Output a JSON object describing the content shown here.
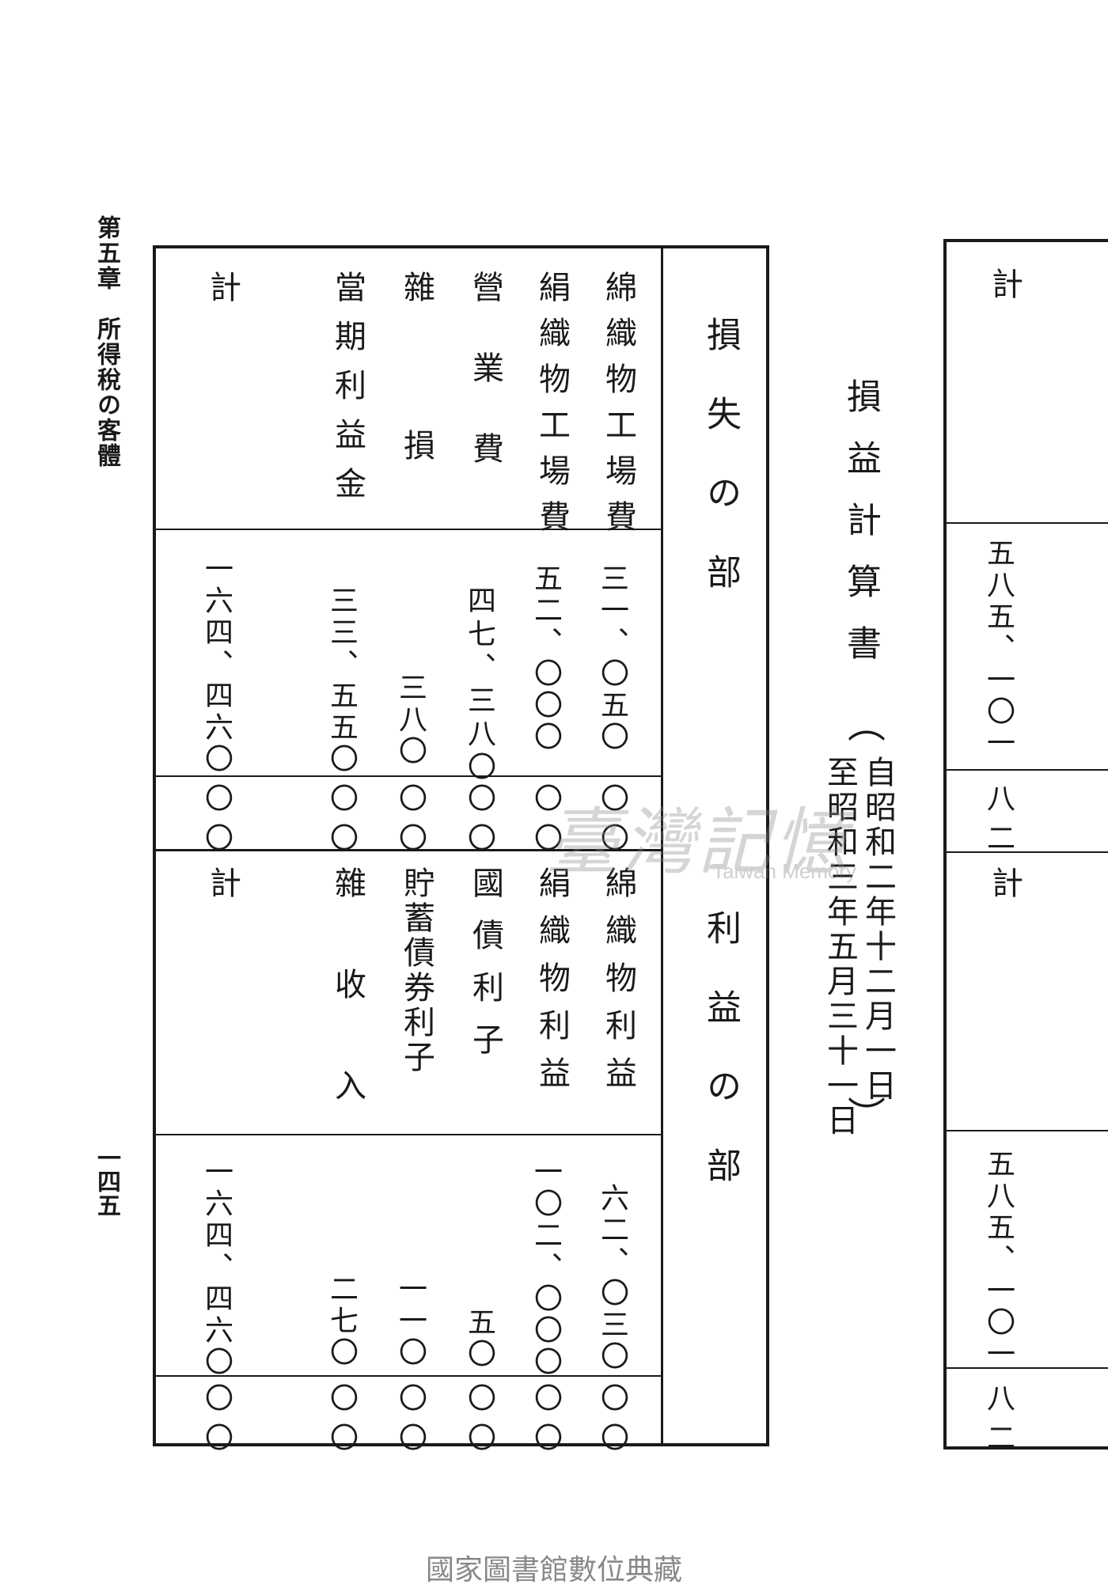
{
  "running_head": "第五章　所得稅の客體",
  "page_number": "一四五",
  "left_fragment": {
    "top_label": "計",
    "top_value_yen": "五八五、一〇一",
    "top_value_sen": "八二",
    "bottom_label": "計",
    "bottom_value_yen": "五八五、一〇一",
    "bottom_value_sen": "八二"
  },
  "statement": {
    "title": "損益計算書",
    "period_open": "（",
    "period_from": "自昭和二年十二月一日",
    "period_to": "至昭和三年五月三十一日",
    "period_close": "）"
  },
  "loss_section": {
    "header": "損失の部",
    "rows": [
      {
        "label": "綿織物工場費",
        "yen": "三一、〇五〇",
        "sen": "〇〇"
      },
      {
        "label": "絹織物工場費",
        "yen": "五二、〇〇〇",
        "sen": "〇〇"
      },
      {
        "label": "營業費",
        "yen": "四七、三八〇",
        "sen": "〇〇"
      },
      {
        "label": "雜損",
        "yen": "三八〇",
        "sen": "〇〇"
      },
      {
        "label": "當期利益金",
        "yen": "三三、五五〇",
        "sen": "〇〇"
      },
      {
        "label": "計",
        "yen": "一六四、四六〇",
        "sen": "〇〇"
      }
    ]
  },
  "profit_section": {
    "header": "利益の部",
    "rows": [
      {
        "label": "綿織物利益",
        "yen": "六二、〇三〇",
        "sen": "〇〇"
      },
      {
        "label": "絹織物利益",
        "yen": "一〇二、〇〇〇",
        "sen": "〇〇"
      },
      {
        "label": "國債利子",
        "yen": "五〇",
        "sen": "〇〇"
      },
      {
        "label": "貯蓄債券利子",
        "yen": "一一〇",
        "sen": "〇〇"
      },
      {
        "label": "雜收入",
        "yen": "二七〇",
        "sen": "〇〇"
      },
      {
        "label": "計",
        "yen": "一六四、四六〇",
        "sen": "〇〇"
      }
    ]
  },
  "watermark": {
    "chinese": "臺灣記憶",
    "english": "Taiwan Memory"
  },
  "footer": "國家圖書館數位典藏"
}
